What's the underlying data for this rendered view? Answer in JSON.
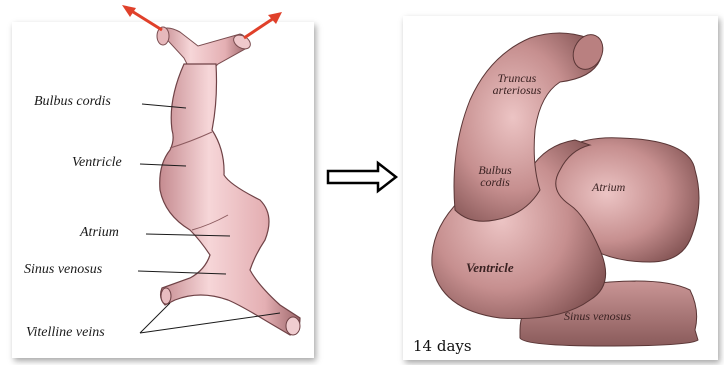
{
  "left_figure": {
    "labels": {
      "bulbus_cordis": "Bulbus cordis",
      "ventricle": "Ventricle",
      "atrium": "Atrium",
      "sinus_venosus": "Sinus venosus",
      "vitelline_veins": "Vitelline veins"
    }
  },
  "right_figure": {
    "labels": {
      "truncus_arteriosus_1": "Truncus",
      "truncus_arteriosus_2": "arteriosus",
      "bulbus_cordis_1": "Bulbus",
      "bulbus_cordis_2": "cordis",
      "atrium": "Atrium",
      "ventricle": "Ventricle",
      "sinus_venosus": "Sinus venosus"
    },
    "caption": "14 days"
  },
  "colors": {
    "tissue_light": "#f2c9cc",
    "tissue_mid": "#d89fa3",
    "tissue_dark": "#8a5559",
    "mature_light": "#d8a3a3",
    "mature_mid": "#b47c7c",
    "mature_dark": "#6e4444",
    "arrow_red": "#e0402a"
  }
}
